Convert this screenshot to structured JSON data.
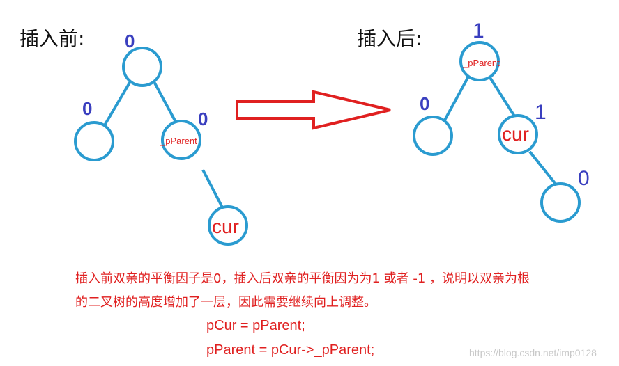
{
  "before": {
    "heading": "插入前:",
    "balance": {
      "root": "0",
      "left": "0",
      "right": "0"
    },
    "labels": {
      "parent": "_pParent",
      "cur": "cur"
    }
  },
  "after": {
    "heading": "插入后:",
    "balance": {
      "root": "1",
      "left": "0",
      "right": "1",
      "child": "0"
    },
    "labels": {
      "parent": "_pParent",
      "cur": "cur"
    }
  },
  "description": {
    "line1": "插入前双亲的平衡因子是0，插入后双亲的平衡因为为1 或者 -1 ，说明以双亲为根",
    "line2": "的二叉树的高度增加了一层，因此需要继续向上调整。"
  },
  "code": {
    "line1": "pCur = pParent;",
    "line2": "pParent = pCur->_pParent;"
  },
  "watermark": "https://blog.csdn.net/imp0128",
  "colors": {
    "node": "#2a9bd0",
    "arrow": "#e02020",
    "balance": "#3a3fbf",
    "text": "#e02020"
  }
}
